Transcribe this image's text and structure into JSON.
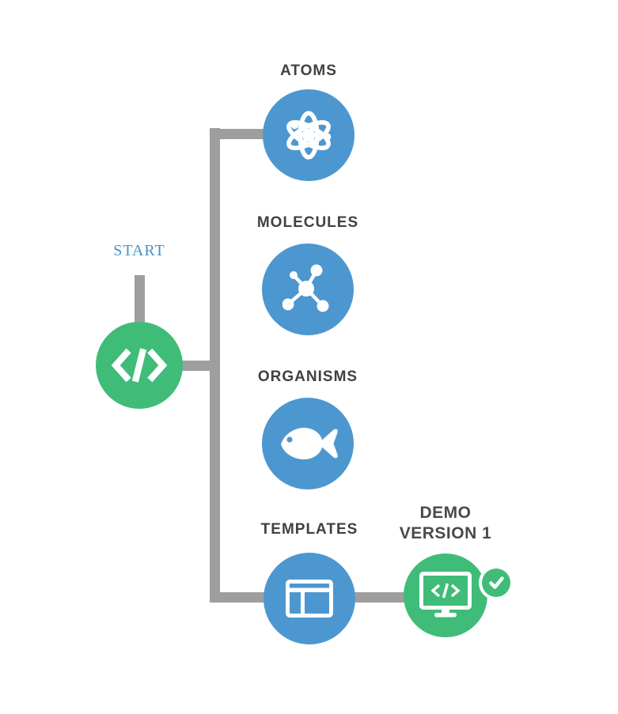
{
  "diagram_title": "atomic-design flow",
  "start": {
    "label": "START",
    "icon": "code-icon"
  },
  "nodes": [
    {
      "id": "atoms",
      "label": "ATOMS",
      "icon": "atom-icon"
    },
    {
      "id": "molecules",
      "label": "MOLECULES",
      "icon": "molecule-icon"
    },
    {
      "id": "organisms",
      "label": "ORGANISMS",
      "icon": "fish-icon"
    },
    {
      "id": "templates",
      "label": "TEMPLATES",
      "icon": "template-icon"
    }
  ],
  "demo": {
    "label_line1": "DEMO",
    "label_line2": "VERSION 1",
    "icon": "monitor-code-icon",
    "badge_icon": "check-icon"
  },
  "colors": {
    "node_blue": "#4d97d0",
    "node_green": "#3fbc78",
    "connector_gray": "#9e9e9e",
    "label_text": "#414042",
    "start_text": "#4a8fc4",
    "icon_white": "#ffffff"
  }
}
